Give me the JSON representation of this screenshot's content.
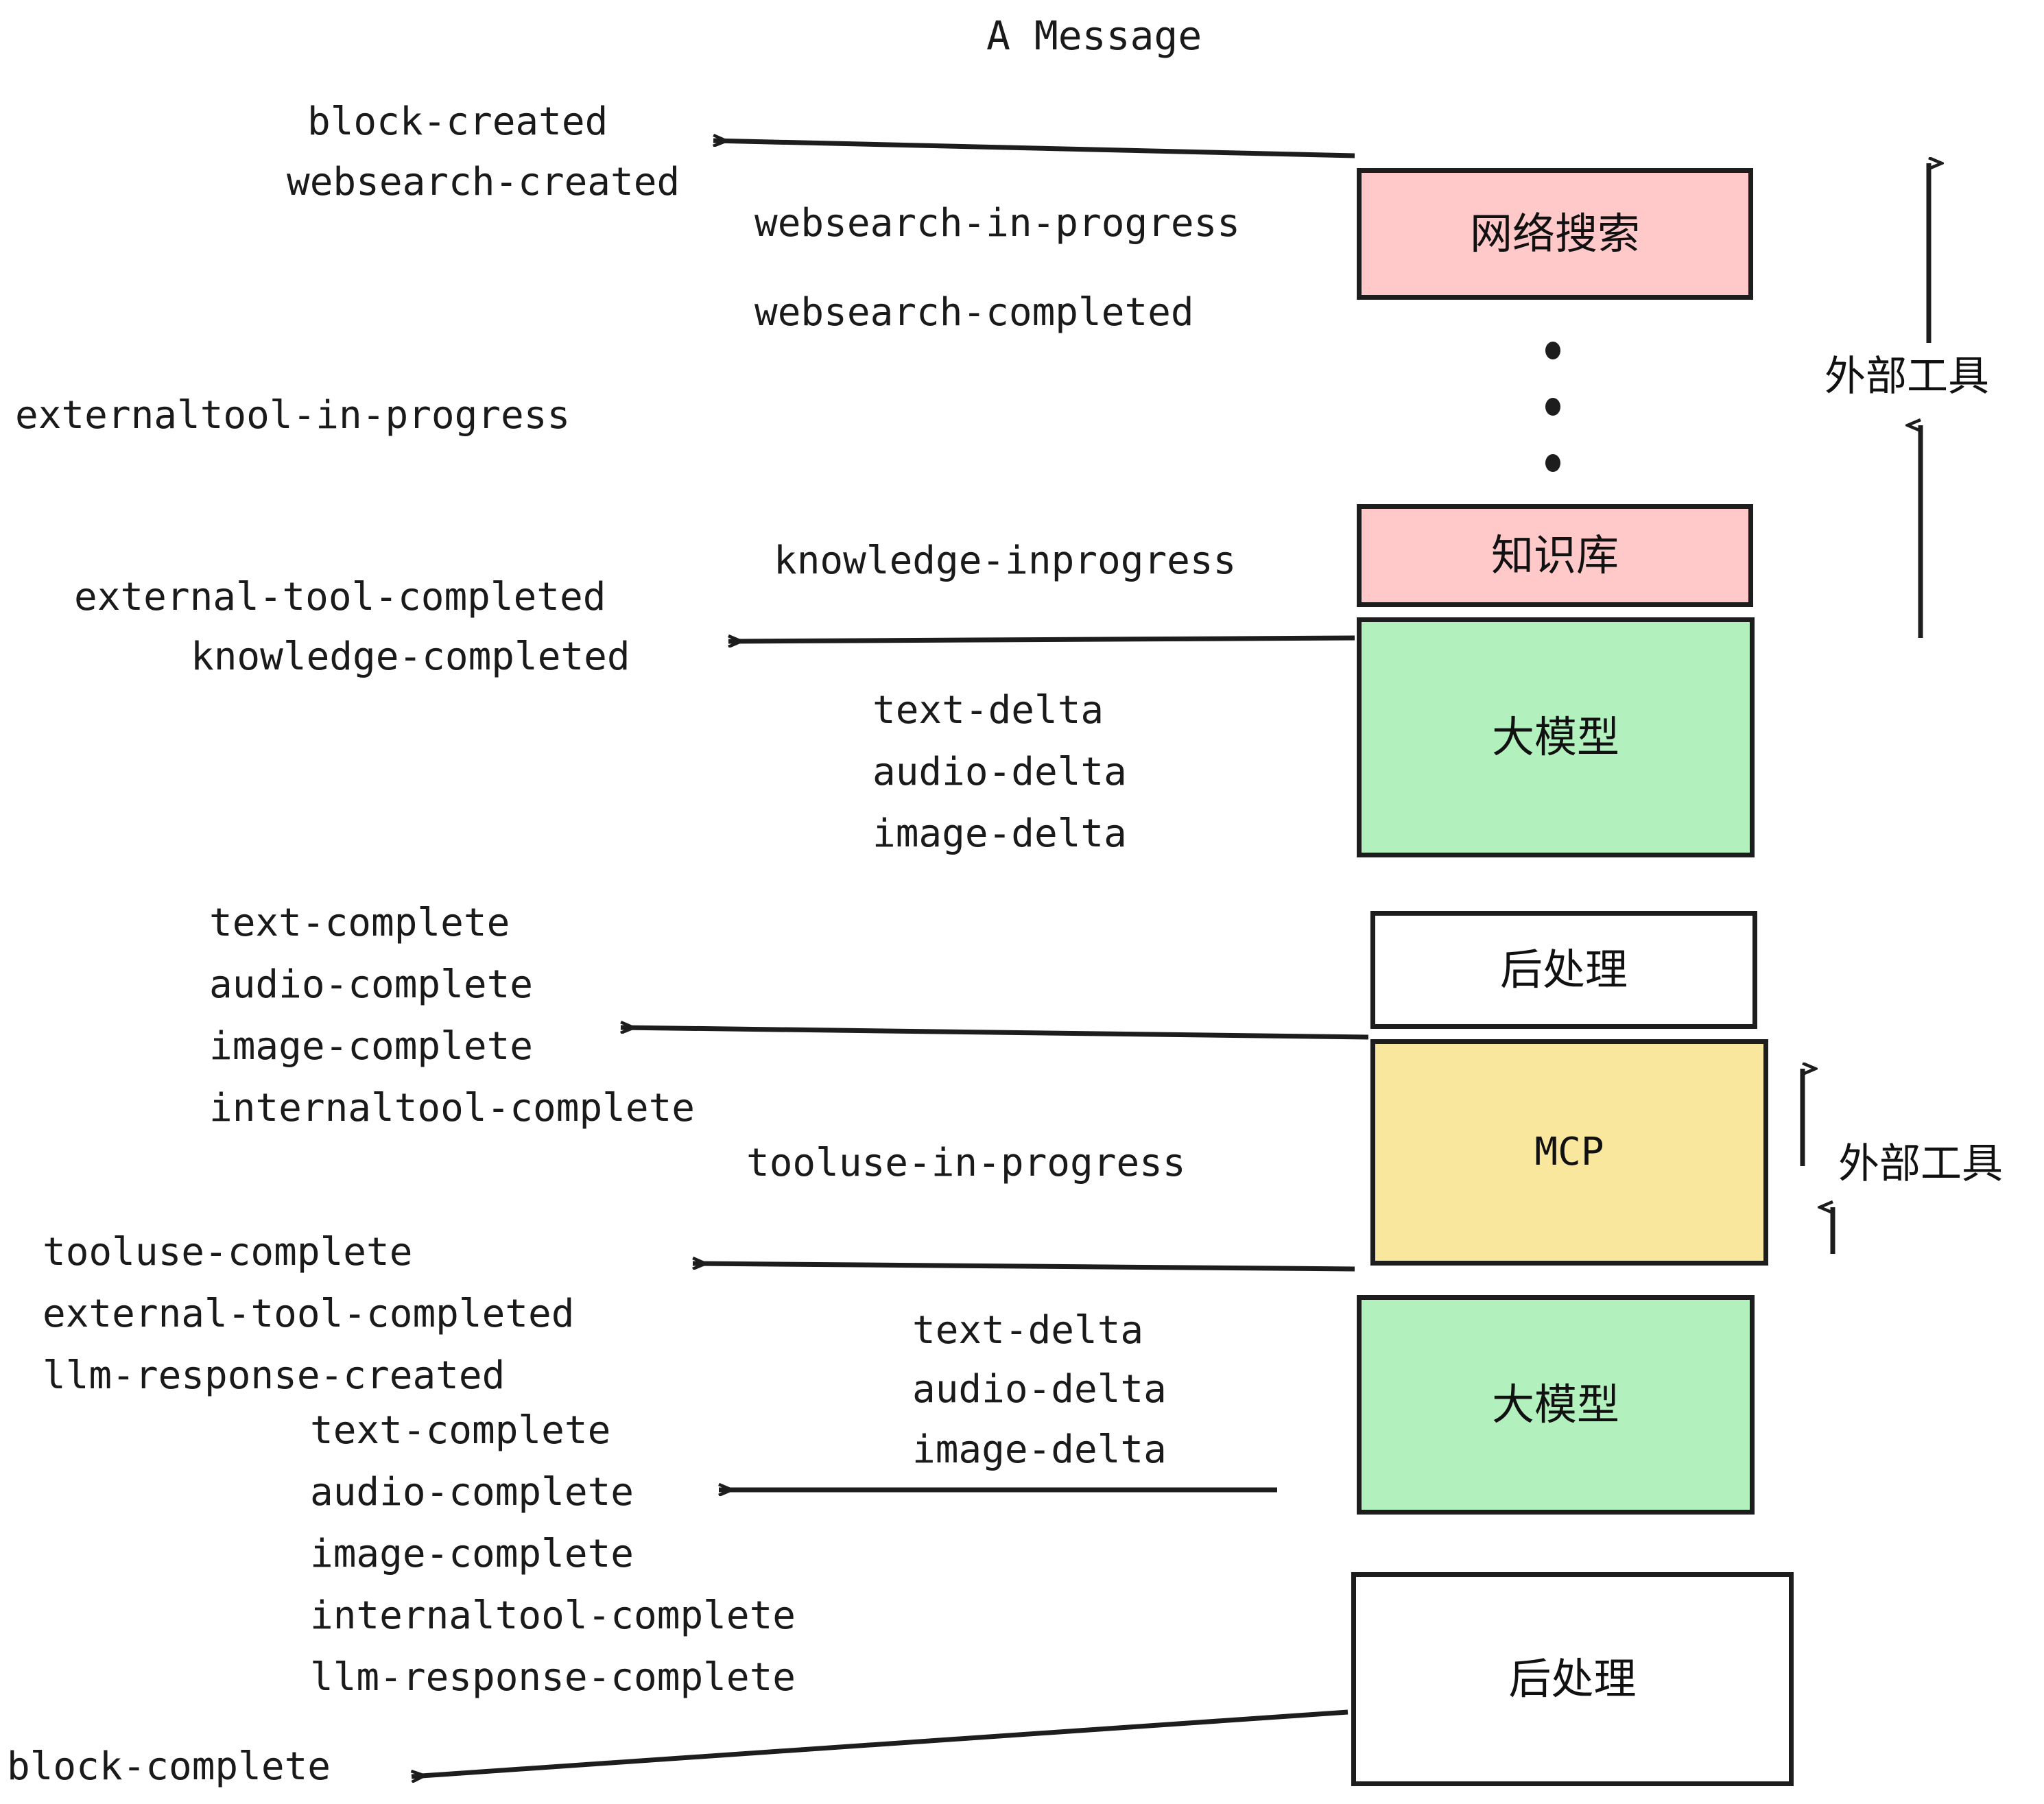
{
  "title": "A Message",
  "colors": {
    "pink": "#FFC9C9",
    "green": "#B2F0BE",
    "yellow": "#FAE79E",
    "white": "#FFFFFF",
    "stroke": "#1D1D1D",
    "text": "#1A1A1A"
  },
  "boxes": [
    {
      "id": "websearch",
      "label": "网络搜索",
      "fill": "pink"
    },
    {
      "id": "knowledge",
      "label": "知识库",
      "fill": "pink"
    },
    {
      "id": "llm-1",
      "label": "大模型",
      "fill": "green"
    },
    {
      "id": "postprocess-1",
      "label": "后处理",
      "fill": "white"
    },
    {
      "id": "mcp",
      "label": "MCP",
      "fill": "yellow"
    },
    {
      "id": "llm-2",
      "label": "大模型",
      "fill": "green"
    },
    {
      "id": "postprocess-2",
      "label": "后处理",
      "fill": "white"
    }
  ],
  "brackets": [
    {
      "id": "external-tools-top",
      "label": "外部工具"
    },
    {
      "id": "external-tools-bottom",
      "label": "外部工具"
    }
  ],
  "events": {
    "group_block_created": [
      "block-created",
      "websearch-created"
    ],
    "group_websearch": [
      "websearch-in-progress",
      "websearch-completed"
    ],
    "externaltool_in_progress": "externaltool-in-progress",
    "knowledge_inprogress": "knowledge-inprogress",
    "group_knowledge_done": [
      "external-tool-completed",
      "knowledge-completed"
    ],
    "group_delta_1": [
      "text-delta",
      "audio-delta",
      "image-delta"
    ],
    "group_complete_1": [
      "text-complete",
      "audio-complete",
      "image-complete",
      "internaltool-complete"
    ],
    "tooluse_in_progress": "tooluse-in-progress",
    "group_tooluse_done": [
      "tooluse-complete",
      "external-tool-completed",
      "llm-response-created"
    ],
    "group_delta_2": [
      "text-delta",
      "audio-delta",
      "image-delta"
    ],
    "group_complete_2": [
      "text-complete",
      "audio-complete",
      "image-complete",
      "internaltool-complete",
      "llm-response-complete"
    ],
    "block_complete": "block-complete"
  },
  "ellipsis": {
    "id": "vertical-ellipsis",
    "count": 3
  }
}
